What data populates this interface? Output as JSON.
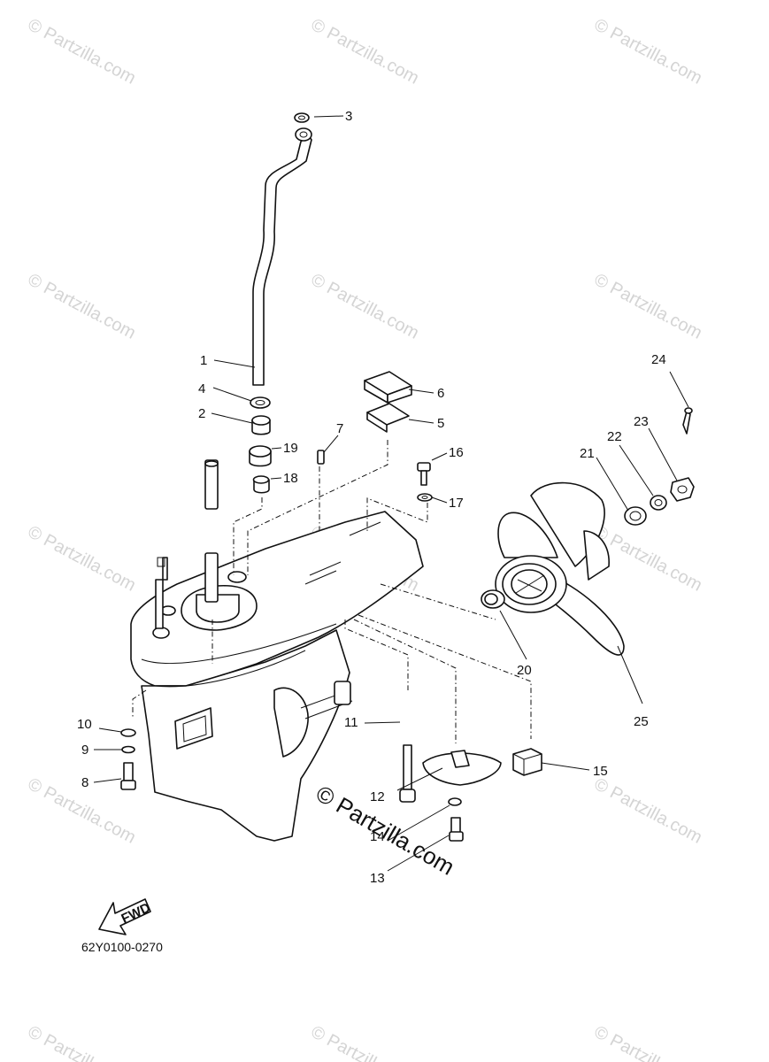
{
  "watermark": {
    "text": "© Partzilla.com",
    "color": "#d4d4d4"
  },
  "overlay_watermark": {
    "text": "© Partzilla.com"
  },
  "drawing_code": "62Y0100-0270",
  "fwd_label": "FWD",
  "callouts": [
    {
      "id": "1",
      "text": "1"
    },
    {
      "id": "2",
      "text": "2"
    },
    {
      "id": "3",
      "text": "3"
    },
    {
      "id": "4",
      "text": "4"
    },
    {
      "id": "5",
      "text": "5"
    },
    {
      "id": "6",
      "text": "6"
    },
    {
      "id": "7",
      "text": "7"
    },
    {
      "id": "8",
      "text": "8"
    },
    {
      "id": "9",
      "text": "9"
    },
    {
      "id": "10",
      "text": "10"
    },
    {
      "id": "11",
      "text": "11"
    },
    {
      "id": "12",
      "text": "12"
    },
    {
      "id": "13",
      "text": "13"
    },
    {
      "id": "14",
      "text": "14"
    },
    {
      "id": "15",
      "text": "15"
    },
    {
      "id": "16",
      "text": "16"
    },
    {
      "id": "17",
      "text": "17"
    },
    {
      "id": "18",
      "text": "18"
    },
    {
      "id": "19",
      "text": "19"
    },
    {
      "id": "20",
      "text": "20"
    },
    {
      "id": "21",
      "text": "21"
    },
    {
      "id": "22",
      "text": "22"
    },
    {
      "id": "23",
      "text": "23"
    },
    {
      "id": "24",
      "text": "24"
    },
    {
      "id": "25",
      "text": "25"
    }
  ]
}
